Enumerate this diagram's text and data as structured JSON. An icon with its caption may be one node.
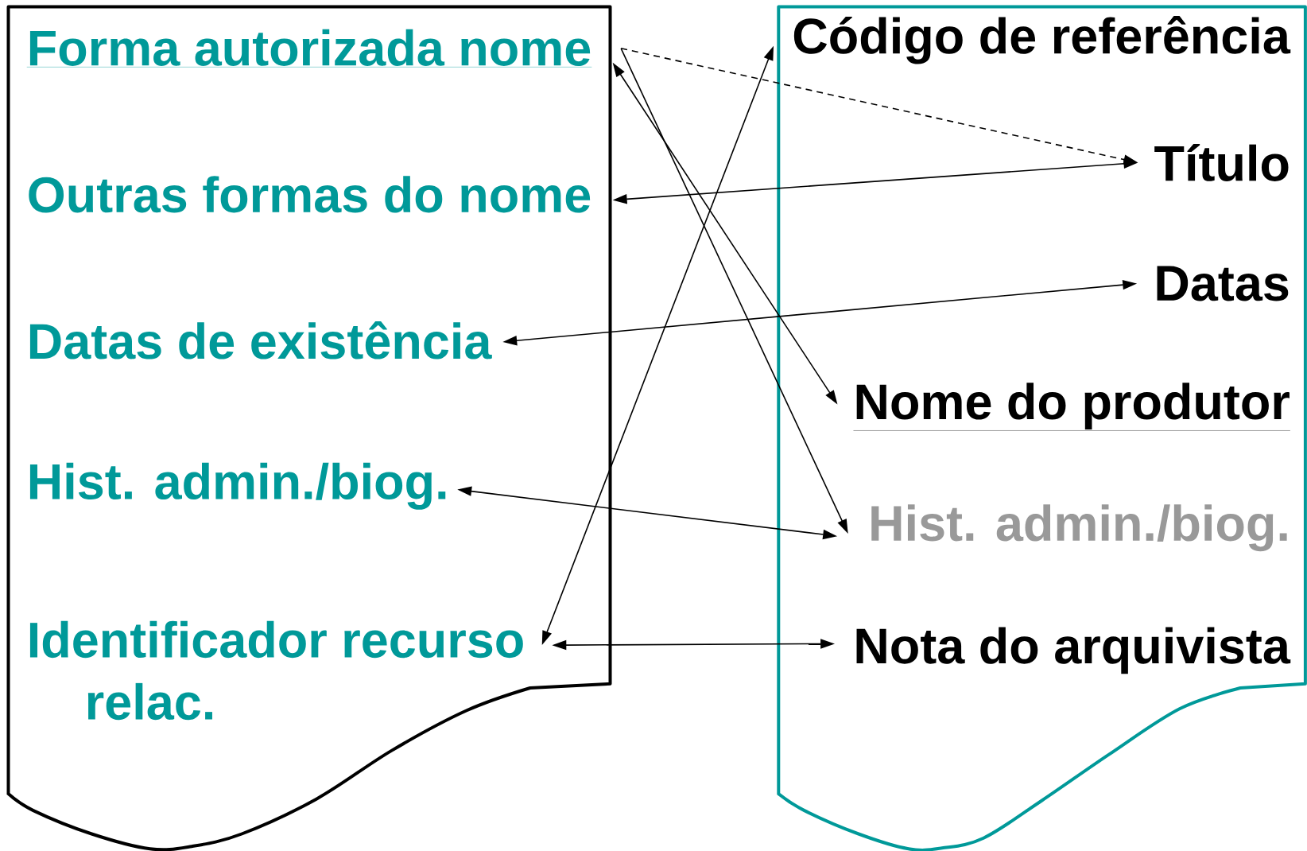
{
  "diagram": {
    "nodes": [
      {
        "text": [],
        "shape": "document"
      },
      {
        "text": [
          "Forma autorizada nome"
        ],
        "in": 0
      },
      {
        "text": [
          "Outras formas do nome"
        ],
        "in": 0
      },
      {
        "text": [
          "Datas de existência"
        ],
        "in": 0
      },
      {
        "text": [
          "Hist. admin./biog."
        ],
        "in": 0
      },
      {
        "text": [
          "Identificador recurso relac."
        ],
        "in": 0
      },
      {
        "text": [],
        "shape": "document"
      },
      {
        "text": [
          "Código de referência"
        ],
        "in": 6
      },
      {
        "text": [
          "Título"
        ],
        "in": 6
      },
      {
        "text": [
          "Datas"
        ],
        "in": 6
      },
      {
        "text": [
          "Nome do produtor"
        ],
        "in": 6
      },
      {
        "text": [
          "Hist. admin./biog."
        ],
        "in": 6
      },
      {
        "text": [
          "Nota do arquivista"
        ],
        "in": 6
      }
    ],
    "edges": [
      {
        "from": 1,
        "to": 8,
        "arrow": "to",
        "style": "dashed"
      },
      {
        "from": 1,
        "to": 10,
        "arrow": "both"
      },
      {
        "from": 1,
        "to": 11,
        "arrow": "to"
      },
      {
        "from": 2,
        "to": 8,
        "arrow": "both"
      },
      {
        "from": 3,
        "to": 9,
        "arrow": "both"
      },
      {
        "from": 4,
        "to": 11,
        "arrow": "both"
      },
      {
        "from": 5,
        "to": 7,
        "arrow": "both"
      },
      {
        "from": 5,
        "to": 12,
        "arrow": "both"
      }
    ]
  }
}
